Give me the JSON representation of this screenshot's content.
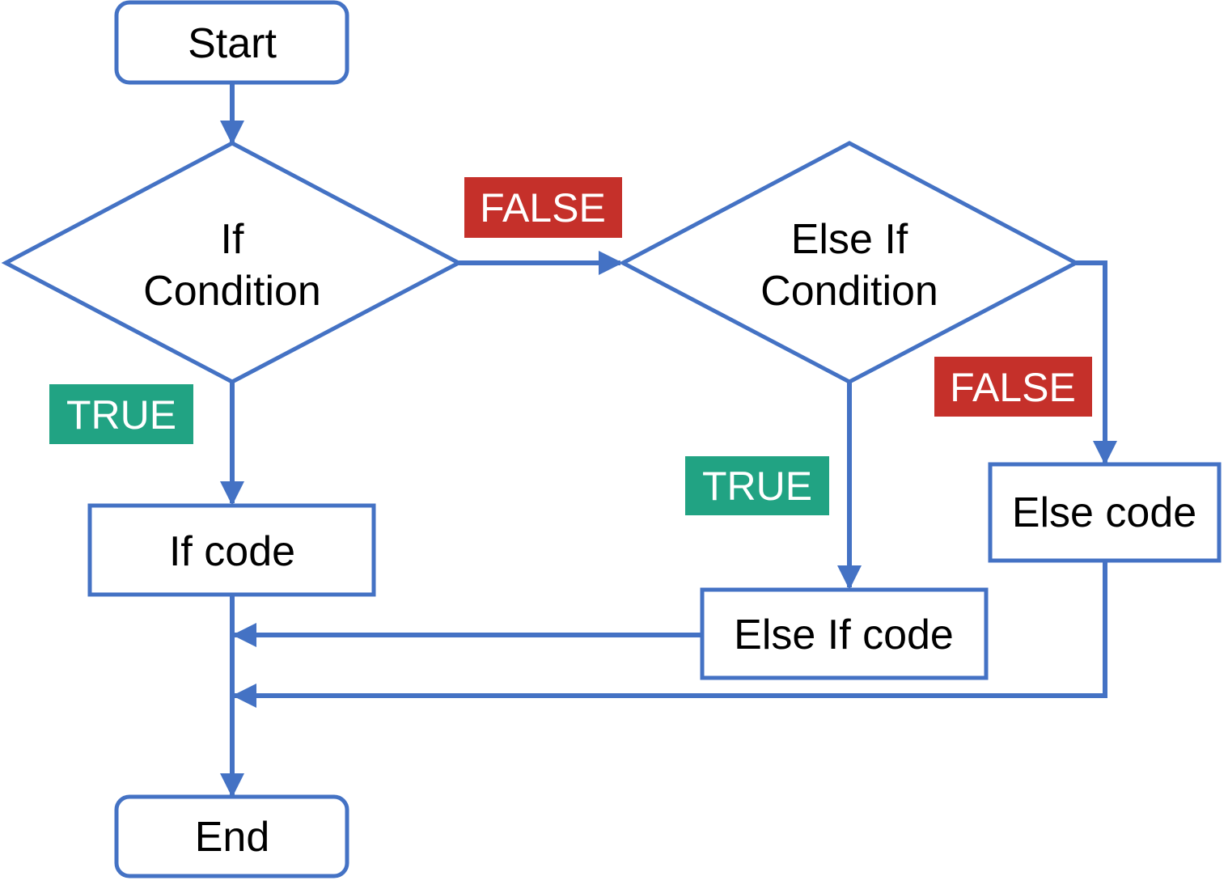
{
  "colors": {
    "stroke": "#4472C4",
    "true_badge": "#21A383",
    "false_badge": "#C5302A",
    "badge_text": "#ffffff",
    "node_text": "#000000",
    "background": "#ffffff"
  },
  "nodes": {
    "start": "Start",
    "if_condition": {
      "line1": "If",
      "line2": "Condition"
    },
    "else_if_condition": {
      "line1": "Else If",
      "line2": "Condition"
    },
    "if_code": "If code",
    "else_if_code": "Else If code",
    "else_code": "Else code",
    "end": "End"
  },
  "labels": {
    "if_true": "TRUE",
    "if_false": "FALSE",
    "else_if_true": "TRUE",
    "else_if_false": "FALSE"
  }
}
